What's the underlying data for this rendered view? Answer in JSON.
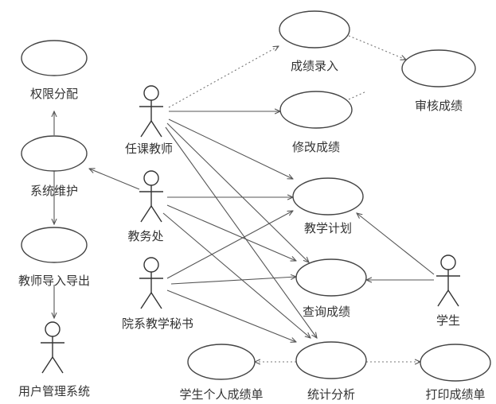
{
  "use_cases": {
    "score_entry": "成绩录入",
    "review_scores": "审核成绩",
    "authority_assign": "权限分配",
    "modify_scores": "修改成绩",
    "system_maintenance": "系统维护",
    "teaching_plan": "教学计划",
    "import_admins": "教师导入导出",
    "query_scores": "查询成绩",
    "print_student_report": "学生个人成绩单",
    "statistics": "统计分析",
    "print_grade_report": "打印成绩单"
  },
  "actors": {
    "teacher": "任课教师",
    "academic_affairs": "教务处",
    "dept_secretary": "院系教学秘书",
    "student": "学生",
    "db_admin": "用户管理系统"
  },
  "colors": {
    "line": "#555555",
    "ellipse_stroke": "#444444",
    "text": "#333333"
  }
}
